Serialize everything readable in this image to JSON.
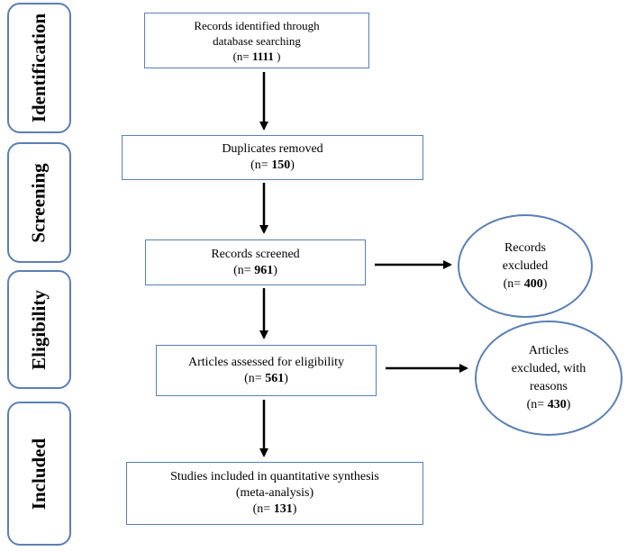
{
  "stages": {
    "identification": "Identification",
    "screening": "Screening",
    "eligibility": "Eligibility",
    "included": "Included"
  },
  "boxes": {
    "identified": {
      "line1": "Records identified  through",
      "line2": "database searching",
      "count_prefix": "(n= ",
      "count": "1111",
      "count_suffix": "  )"
    },
    "duplicates": {
      "line1": "Duplicates  removed",
      "count_prefix": "(n= ",
      "count": "150",
      "count_suffix": ")"
    },
    "screened": {
      "line1": "Records screened",
      "count_prefix": "(n= ",
      "count": "961",
      "count_suffix": ")"
    },
    "assessed": {
      "line1": "Articles  assessed for eligibility",
      "count_prefix": "(n= ",
      "count": "561",
      "count_suffix": ")"
    },
    "included": {
      "line1": "Studies included in quantitative synthesis",
      "line2": "(meta-analysis)",
      "count_prefix": "(n= ",
      "count": "131",
      "count_suffix": ")"
    }
  },
  "exclusions": {
    "records": {
      "line1": "Records",
      "line2": "excluded",
      "count_prefix": "(n= ",
      "count": "400",
      "count_suffix": ")"
    },
    "articles": {
      "line1": "Articles",
      "line2": "excluded, with",
      "line3": "reasons",
      "count_prefix": "(n= ",
      "count": "430",
      "count_suffix": ")"
    }
  }
}
